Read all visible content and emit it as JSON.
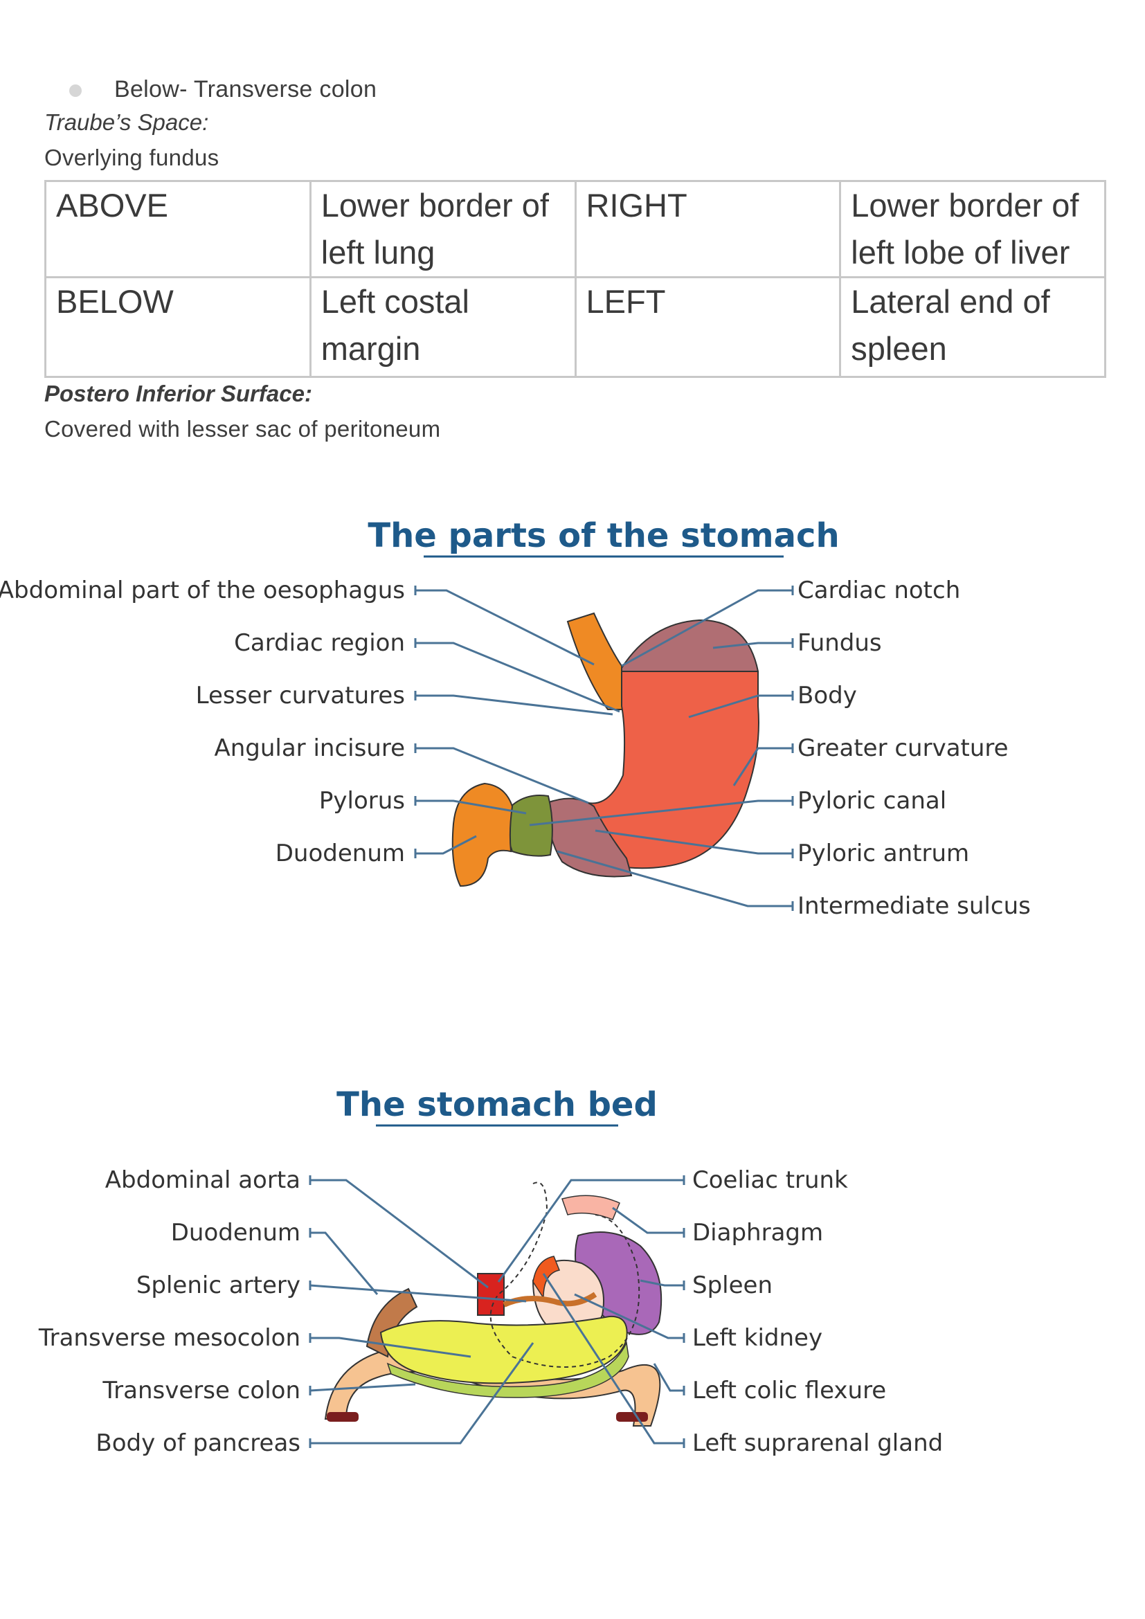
{
  "bullet": {
    "text": "Below- Transverse colon"
  },
  "traube": {
    "heading": "Traube’s Space:",
    "subtitle": "Overlying fundus",
    "rows": [
      [
        "ABOVE",
        "Lower border of left lung",
        "RIGHT",
        "Lower border of left lobe of liver"
      ],
      [
        "BELOW",
        "Left costal margin",
        "LEFT",
        "Lateral end of spleen"
      ]
    ]
  },
  "postero": {
    "heading": "Postero Inferior Surface:",
    "text": "Covered with lesser sac of peritoneum"
  },
  "stomach_parts": {
    "title": "The parts of the stomach",
    "left_labels": [
      "Abdominal part of the oesophagus",
      "Cardiac region",
      "Lesser curvatures",
      "Angular incisure",
      "Pylorus",
      "Duodenum"
    ],
    "right_labels": [
      "Cardiac notch",
      "Fundus",
      "Body",
      "Greater curvature",
      "Pyloric canal",
      "Pyloric antrum",
      "Intermediate sulcus"
    ],
    "colors": {
      "fundus": "#b06e73",
      "body": "#ee6148",
      "oesophagus": "#ef8a24",
      "pylorus": "#7e943a",
      "duodenum": "#ef8a24",
      "antrum": "#b06e73"
    }
  },
  "stomach_bed": {
    "title": "The stomach bed",
    "left_labels": [
      "Abdominal aorta",
      "Duodenum",
      "Splenic artery",
      "Transverse mesocolon",
      "Transverse colon",
      "Body of pancreas"
    ],
    "right_labels": [
      "Coeliac trunk",
      "Diaphragm",
      "Spleen",
      "Left kidney",
      "Left colic flexure",
      "Left suprarenal gland"
    ],
    "colors": {
      "pancreas": "#ecef52",
      "colon": "#f6c391",
      "spleen": "#a968b8",
      "aorta": "#d8231f",
      "kidney": "#f05a1e"
    }
  }
}
